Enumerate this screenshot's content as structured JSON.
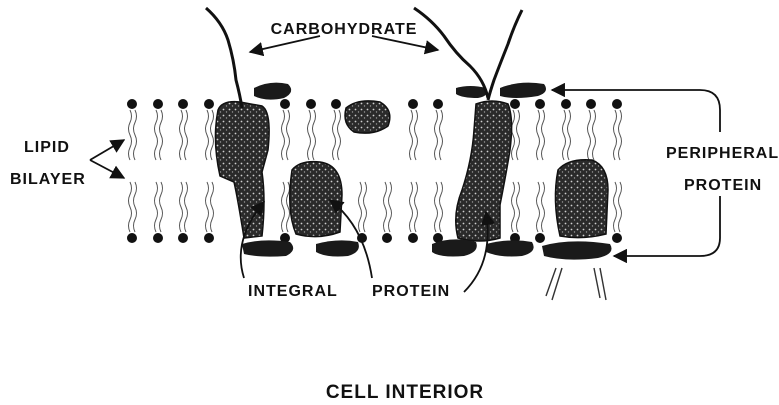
{
  "labels": {
    "carbohydrate": "CARBOHYDRATE",
    "lipid": "LIPID",
    "bilayer": "BILAYER",
    "peripheral": "PERIPHERAL",
    "protein_right": "PROTEIN",
    "integral": "INTEGRAL",
    "protein_bottom": "PROTEIN",
    "cell_interior": "CELL INTERIOR"
  }
}
